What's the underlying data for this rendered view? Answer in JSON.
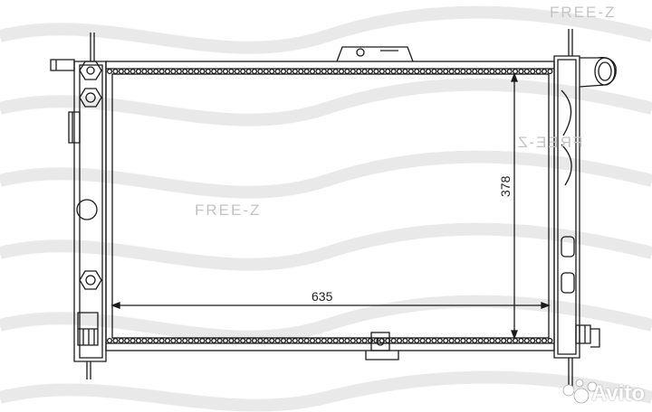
{
  "watermarks": {
    "top": "FREE-Z",
    "center": "FREE-Z",
    "mirrored": "FREE-Z"
  },
  "dimensions": {
    "width": "635",
    "height": "378"
  },
  "badge": {
    "text": "Avito",
    "icon": "avito-dots-icon"
  },
  "colors": {
    "line": "#1a1a1a",
    "watermark": "#c4c4c4",
    "wave": "#e6e6e6"
  }
}
